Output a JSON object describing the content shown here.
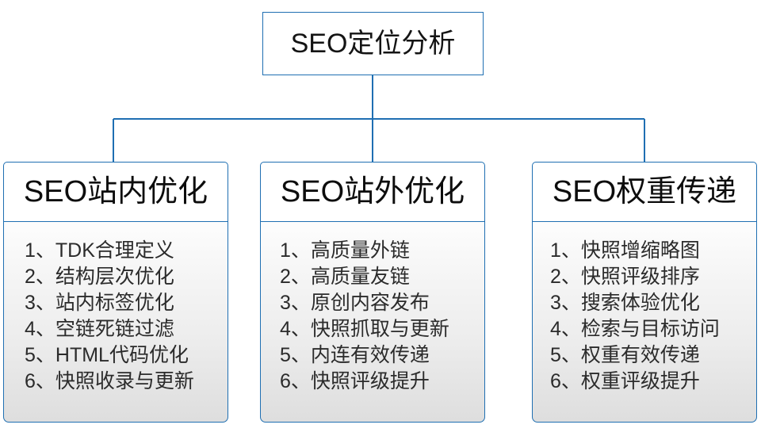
{
  "diagram": {
    "type": "org-tree",
    "orientation": "top-down",
    "colors": {
      "connector": "#1f6fb2",
      "box_border": "#1f6fb2",
      "header_fill": "#ffffff",
      "body_fill_top": "#fdfdfd",
      "body_fill_bottom": "#dedede",
      "title_text": "#0d0d0d",
      "list_text": "#2b2b2b",
      "background": "#ffffff"
    },
    "root": {
      "label": "SEO定位分析"
    },
    "branches": [
      {
        "title": "SEO站内优化",
        "items": [
          "1、TDK合理定义",
          "2、结构层次优化",
          "3、站内标签优化",
          "4、空链死链过滤",
          "5、HTML代码优化",
          "6、快照收录与更新"
        ]
      },
      {
        "title": "SEO站外优化",
        "items": [
          "1、高质量外链",
          "2、高质量友链",
          "3、原创内容发布",
          "4、快照抓取与更新",
          "5、内连有效传递",
          "6、快照评级提升"
        ]
      },
      {
        "title": "SEO权重传递",
        "items": [
          "1、快照增缩略图",
          "2、快照评级排序",
          "3、搜索体验优化",
          "4、检索与目标访问",
          "5、权重有效传递",
          "6、权重评级提升"
        ]
      }
    ]
  }
}
